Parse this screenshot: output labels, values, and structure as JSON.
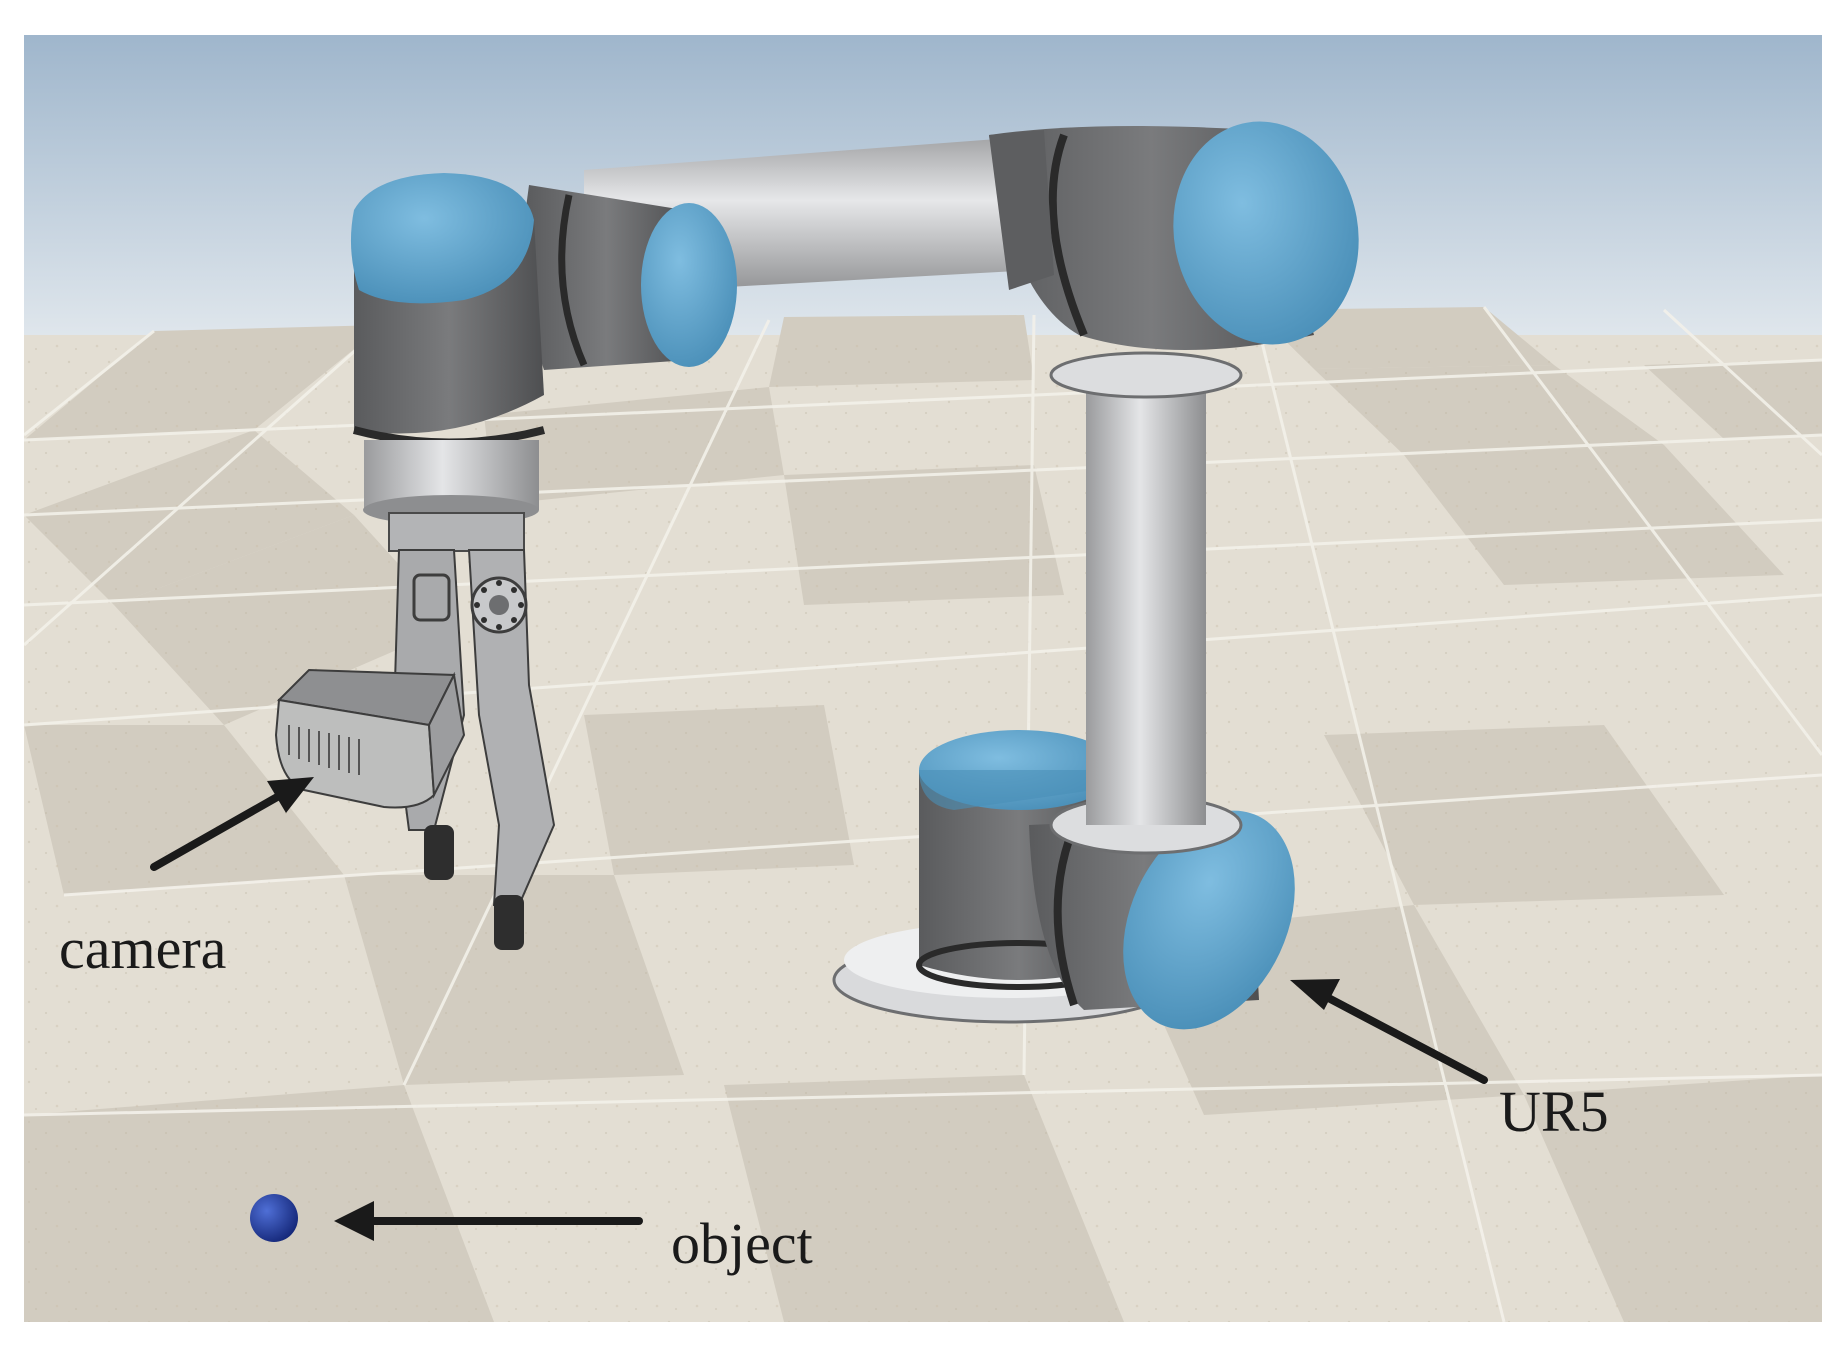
{
  "scene": {
    "annotations": {
      "camera": "camera",
      "ur5": "UR5",
      "object": "object"
    },
    "colors": {
      "sky_top": "#9fb6cc",
      "sky_bottom": "#dfe6ec",
      "floor_light": "#e6e1d6",
      "floor_dark": "#cfc9bd",
      "grid_line": "#f4f2ec",
      "joint_cap_blue": "#5aa1c9",
      "joint_body_gray": "#6d6e70",
      "link_light_gray": "#c9cacc",
      "gripper_gray": "#a9aaac",
      "object_blue": "#1f3a9e",
      "arrow": "#1a1a1a"
    },
    "items": [
      "ur5-robot-arm",
      "gripper",
      "wrist-camera",
      "target-object",
      "tiled-floor",
      "sky-backdrop"
    ]
  }
}
